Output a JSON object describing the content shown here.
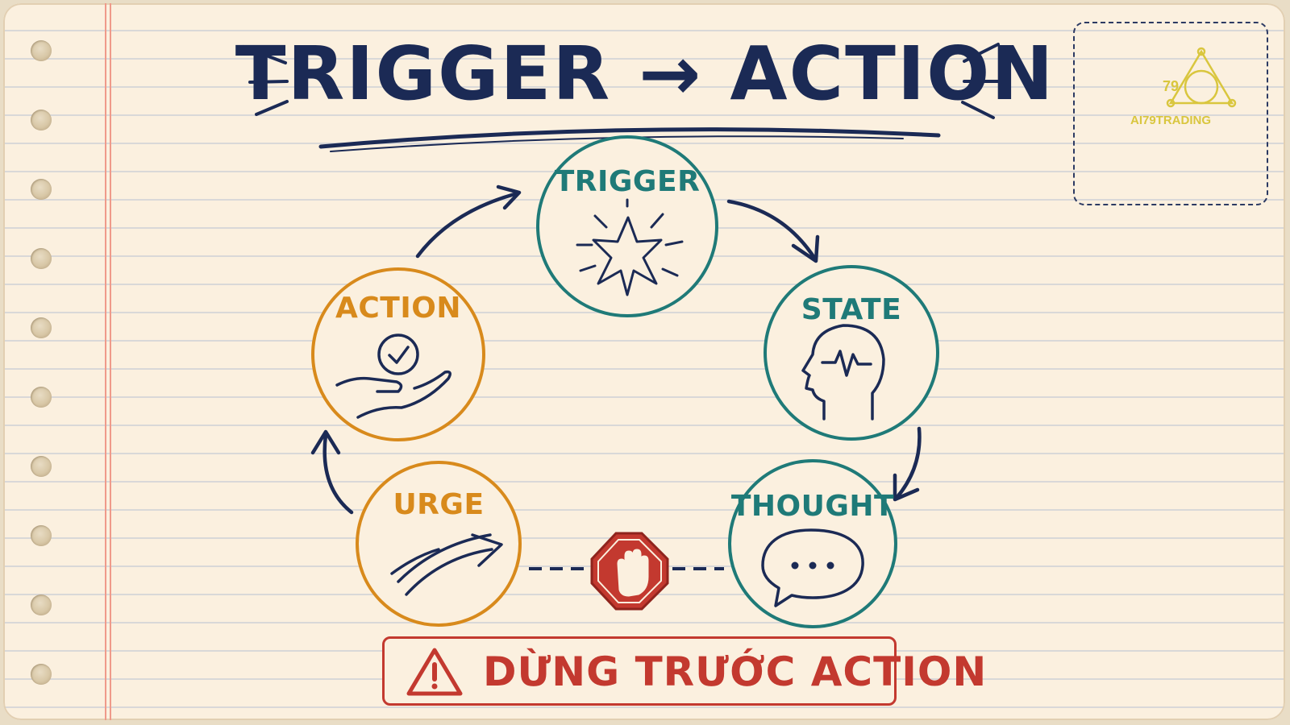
{
  "title": "TRIGGER → ACTION",
  "logo": {
    "text": "AI79TRADING",
    "mark": "79"
  },
  "nodes": {
    "trigger": {
      "label": "TRIGGER",
      "icon": "burst-icon",
      "color": "#1f7a78"
    },
    "state": {
      "label": "STATE",
      "icon": "head-pulse-icon",
      "color": "#1f7a78"
    },
    "thought": {
      "label": "THOUGHT",
      "icon": "speech-bubble-icon",
      "color": "#1f7a78"
    },
    "urge": {
      "label": "URGE",
      "icon": "swoosh-arrow-icon",
      "color": "#d88a1c"
    },
    "action": {
      "label": "ACTION",
      "icon": "hand-check-icon",
      "color": "#d88a1c"
    }
  },
  "stop_icon": "stop-hand-icon",
  "warning": {
    "text": "DỪNG TRƯỚC ACTION",
    "icon": "warning-triangle-icon",
    "color": "#c3392f"
  },
  "colors": {
    "ink": "#1b2a55",
    "teal": "#1f7a78",
    "orange": "#d88a1c",
    "red": "#c3392f",
    "paper": "#fbf0df"
  }
}
